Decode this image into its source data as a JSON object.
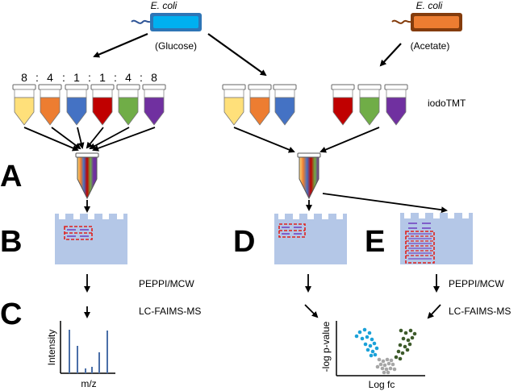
{
  "culture_left": {
    "organism": "E. coli",
    "condition": "(Glucose)"
  },
  "culture_right": {
    "organism": "E. coli",
    "condition": "(Acetate)"
  },
  "ratios": [
    "8",
    ":",
    "4",
    ":",
    "1",
    ":",
    "1",
    ":",
    "4",
    ":",
    "8"
  ],
  "label_iodotmt": "iodoTMT",
  "panels": {
    "a": "A",
    "b": "B",
    "c": "C",
    "d": "D",
    "e": "E"
  },
  "steps": {
    "peppi_left": "PEPPI/MCW",
    "lcms_left": "LC-FAIMS-MS",
    "peppi_right": "PEPPI/MCW",
    "lcms_right": "LC-FAIMS-MS"
  },
  "spectrum": {
    "ylabel": "Intensity",
    "xlabel": "m/z"
  },
  "volcano": {
    "ylabel": "-log p-value",
    "xlabel": "Log fc"
  },
  "colors": {
    "yellow": "#FFE07A",
    "orange": "#ED7D31",
    "blue": "#4472C4",
    "red": "#C00000",
    "green": "#70AD47",
    "purple": "#7030A0",
    "gel": "#B4C7E7",
    "dashed": "#E0201B",
    "band": "#7F5FC9",
    "flask_left": "#00B0F0",
    "flask_right": "#ED7D31",
    "spectrum_line": "#4A6FA8",
    "volcano_blue": "#1BA1D8",
    "volcano_green": "#3D5A2A",
    "volcano_grey": "#A6A6A6"
  }
}
